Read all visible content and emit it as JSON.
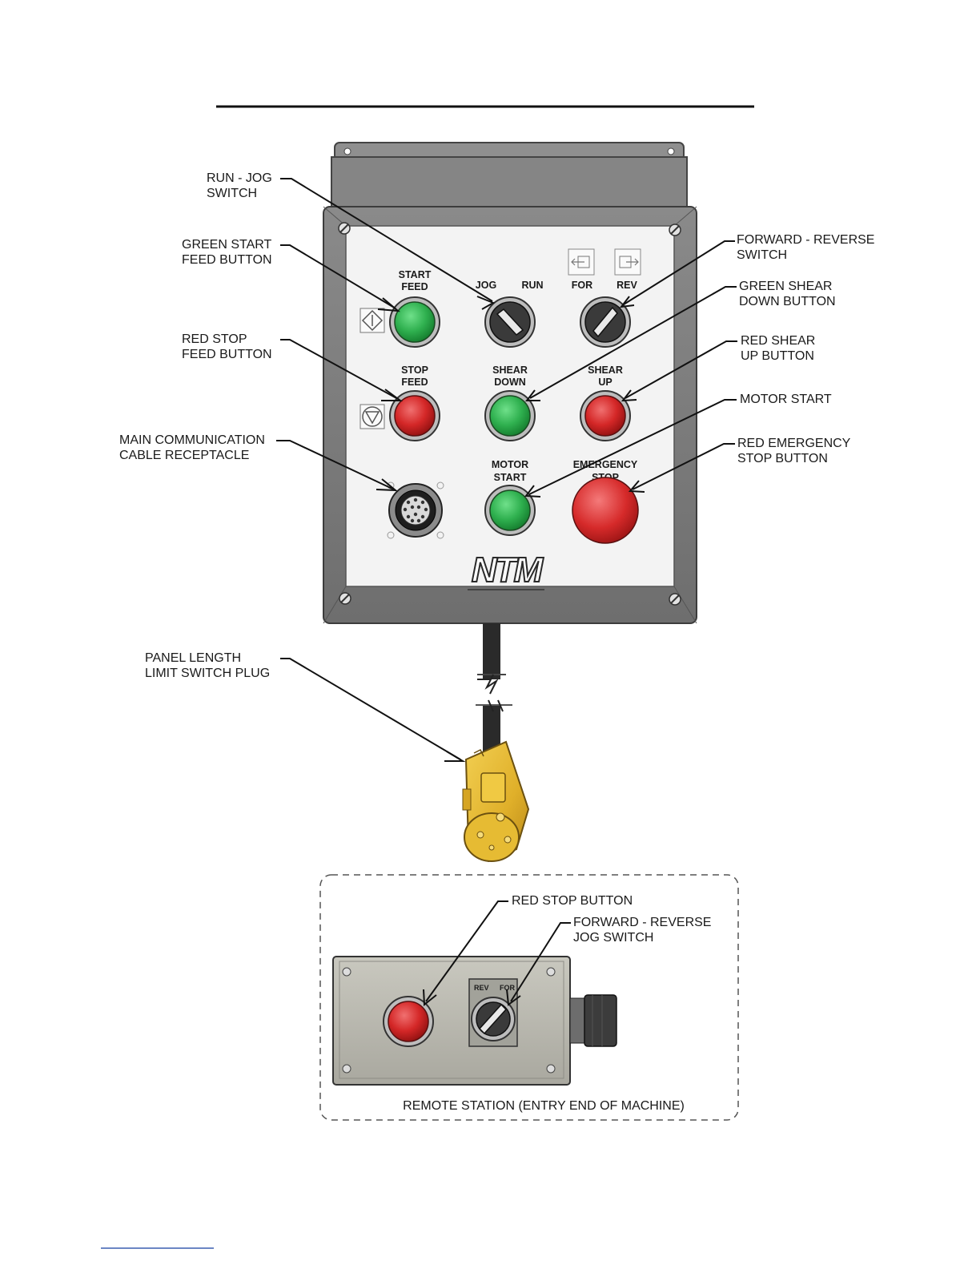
{
  "callouts": {
    "run_jog_switch": [
      "RUN - JOG",
      "SWITCH"
    ],
    "green_start_feed": [
      "GREEN START",
      "FEED BUTTON"
    ],
    "red_stop_feed": [
      "RED STOP",
      "FEED BUTTON"
    ],
    "main_comm_cable": [
      "MAIN COMMUNICATION",
      "CABLE RECEPTACLE"
    ],
    "forward_reverse_switch": [
      "FORWARD - REVERSE",
      "SWITCH"
    ],
    "green_shear_down": [
      "GREEN SHEAR",
      "DOWN BUTTON"
    ],
    "red_shear_up": [
      "RED SHEAR",
      "UP BUTTON"
    ],
    "motor_start": [
      "MOTOR START"
    ],
    "red_emergency_stop": [
      "RED EMERGENCY",
      "STOP BUTTON"
    ],
    "panel_length_plug": [
      "PANEL LENGTH",
      "LIMIT SWITCH PLUG"
    ],
    "red_stop_button": [
      "RED STOP BUTTON"
    ],
    "forward_reverse_jog": [
      "FORWARD - REVERSE",
      "JOG SWITCH"
    ]
  },
  "panel_labels": {
    "start_feed": [
      "START",
      "FEED"
    ],
    "jog": "JOG",
    "run": "RUN",
    "for": "FOR",
    "rev": "REV",
    "stop_feed": [
      "STOP",
      "FEED"
    ],
    "shear_down": [
      "SHEAR",
      "DOWN"
    ],
    "shear_up": [
      "SHEAR",
      "UP"
    ],
    "motor_start": [
      "MOTOR",
      "START"
    ],
    "emergency_stop": [
      "EMERGENCY",
      "STOP"
    ]
  },
  "logo": "NTM",
  "remote": {
    "rev": "REV",
    "for": "FOR",
    "caption": "REMOTE STATION (ENTRY END OF MACHINE)"
  },
  "colors": {
    "green_button": "#2fb04f",
    "red_button": "#d42727",
    "plug": "#e3b52a",
    "panel_body": "#7d7d7d",
    "panel_face": "#f3f3f3"
  }
}
